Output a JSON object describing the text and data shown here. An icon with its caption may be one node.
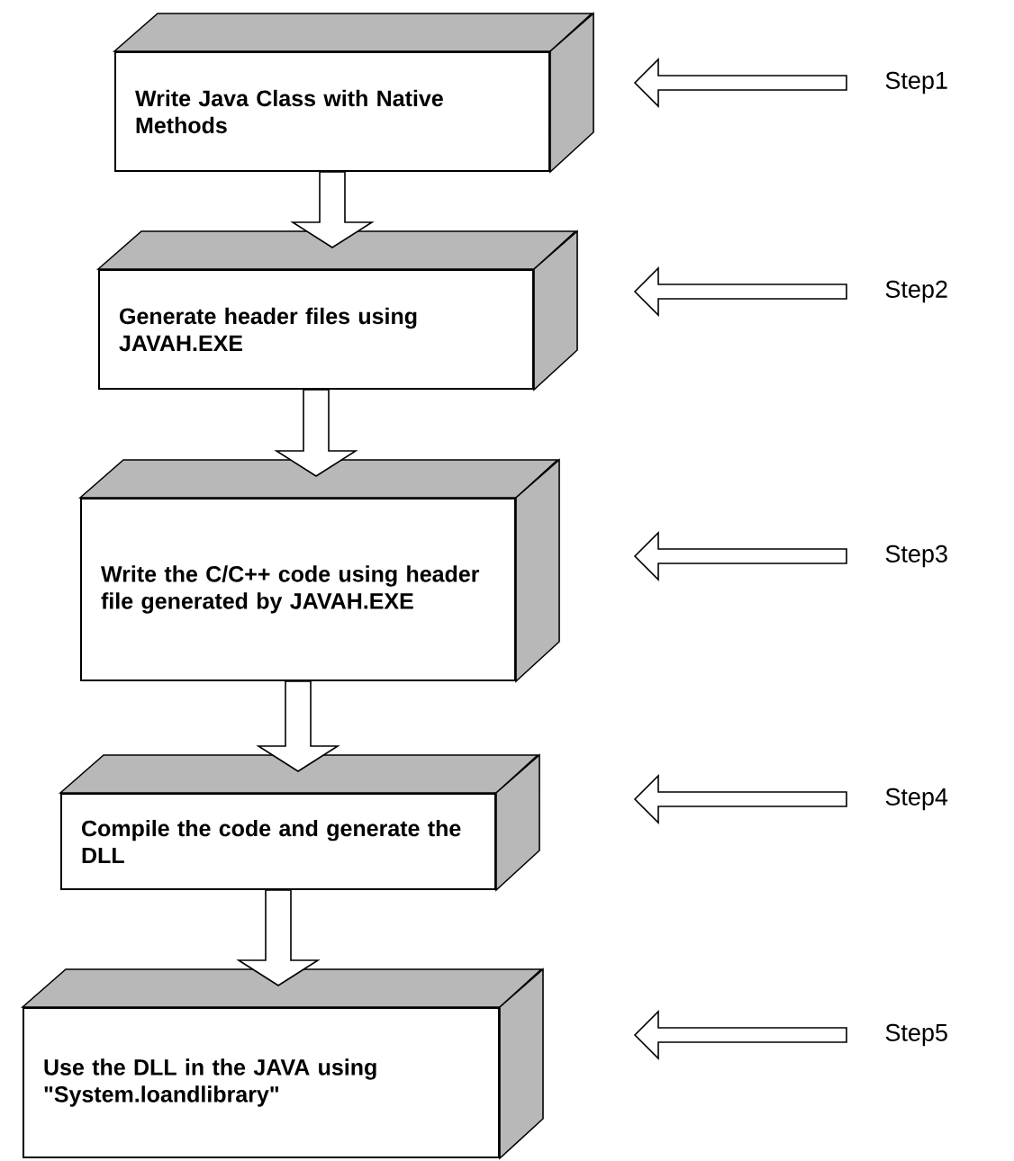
{
  "diagram": {
    "nodes": [
      {
        "text": [
          "Write Java Class with Native Methods"
        ]
      },
      {
        "text": [
          "Generate header files using JAVAH.EXE"
        ]
      },
      {
        "text": [
          "Write the C/C++ code using header file generated by JAVAH.EXE"
        ]
      },
      {
        "text": [
          "Compile the code and generate the DLL"
        ]
      },
      {
        "text": [
          "Use the DLL in the JAVA using \"System.loandlibrary\""
        ]
      },
      {
        "text": [
          "Step1"
        ]
      },
      {
        "text": [
          "Step2"
        ]
      },
      {
        "text": [
          "Step3"
        ]
      },
      {
        "text": [
          "Step4"
        ]
      },
      {
        "text": [
          "Step5"
        ]
      }
    ],
    "edges": [
      {
        "from": 0,
        "to": 1,
        "arrow": "to"
      },
      {
        "from": 1,
        "to": 2,
        "arrow": "to"
      },
      {
        "from": 2,
        "to": 3,
        "arrow": "to"
      },
      {
        "from": 3,
        "to": 4,
        "arrow": "to"
      },
      {
        "from": 5,
        "to": 0,
        "arrow": "to"
      },
      {
        "from": 6,
        "to": 1,
        "arrow": "to"
      },
      {
        "from": 7,
        "to": 2,
        "arrow": "to"
      },
      {
        "from": 8,
        "to": 3,
        "arrow": "to"
      },
      {
        "from": 9,
        "to": 4,
        "arrow": "to"
      }
    ]
  }
}
